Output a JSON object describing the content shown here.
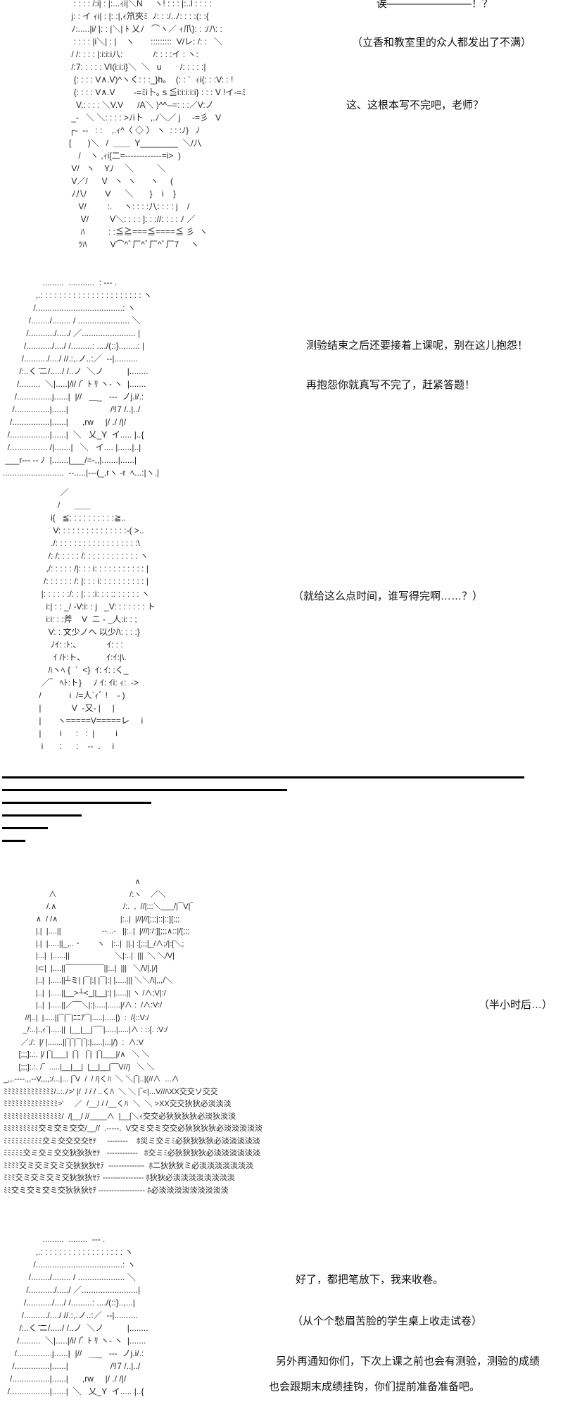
{
  "dialogue": {
    "line1": "诶————————！？",
    "line2": "（立香和教室里的众人都发出了不满）",
    "line3": "这、这根本写不完吧，老师？",
    "line4": "测验结束之后还要接着上课呢，别在这儿抱怨！",
    "line5": "再抱怨你就真写不完了，赶紧答题！",
    "line6": "（就给这么点时间，谁写得完啊……？）",
    "line7": "（半小时后…）",
    "line8": "好了，都把笔放下，我来收卷。",
    "line9": "（从个个愁眉苦脸的学生桌上收走试卷）",
    "line10": "另外再通知你们，下次上课之前也会有测验，测验的成绩",
    "line11": "也会跟期末成绩挂钩，你们提前准备准备吧。"
  },
  "art": {
    "figure1": "  : : : : /:i| : |:...ｨi|＼N     ヽ! : : : |:..l : : : :\n j: : イ ｨi| : |: :|,ｨ笊夾ﾐ  ﾉ: : :/..ﾉ: : : :(: :{\n ﾉ:.....|i/ |: : |＼| ﾄ 乂ﾉ   ⌒ヽ／ ｨ爪}: : :/ﾉ\\: :\n  : : : : |i＼| : |    ヽ       :::::::::  V/レ: /: :   ＼\n / /: : : : |:i:i:i八:             /: : : :イ : ヽ:\n /:7: : : : : VI(i:i:i}＼  ＼   u        /: : : : :|\n  {: : : : V∧.V)^ヽく: : :_}h。  (: : `  ｨi{: : :V: : !\n  {: : : : V∧.V        ‐=ﾐi卜｡ｓ≦i:i:i:i:i} : : : V !イ‐=ﾐ\n   V,: : : : ＼V.V      /A＼ )^^‐‐=: : :／V:ノ\n _-   ＼ ＼: : : : >ﾉi卜   ,.ﾉ＼／ j     ‐=彡   V\n┌‐  ‐‐   : :    ,.ｨ^〈 ◇ 〉 ヽ  : : :ﾉ}   ﾉ\n[       )＼   /  ＿＿  Y________  ＼/八\n    /    ヽ ,ｨi[二=‐-----------‐=i>  )\n V/   ヽ    Y,/     ＼          ＼\n V／/      V   ヽ  ヽ      ヽ     (    \n ﾉ八/        V      ＼       }    i    }\n    V/         :.     ヽ: : : :八: : : : j    /\n     V/         V＼: : : : ]: : ://: : : : ﾉ ／\n     ﾊ          : :≦≧===≦====≦ 彡  ヽ\n    ﾂﾊ          V⌒^ﾞ厂^ﾞ厂^ﾞ厂7     ヽ",
    "figure2": "                 .........  ...........  : ‐‐‐ .\n              ,.: : : : : : : : : : : : : : : : : : : : : : ヽ\n             /.....................................: ヽ\n           /......../........ / ...................... ＼\n          /.........../...../ ／....................... |\n         /.........../..../ /.........: ..../(::}..,.....: |\n        /........../..../ //.:,.ノ..:／  ‐‐|..........\n       /:..く ̄ニ/...../ /..ノ  ＼ノ          |........\n      /.........  ＼|.....|/i/ /ﾞ ﾄ ﾘ ヽ‐ ヽ  |.......\n     /...............j......|  |//   ＿_   ‐‐‐  ノj.i/.:\n    /...............|......|                  /ﾘ7 /..|../\n   /................|......|      ,rw     |/ ./ /|/\n  /.................|......|  ＼   乂_Y  イ..... |..{\n  /................ /|.......|   ＼   イ.... |......|..|\n ___r‐‐‐ ‐‐ ﾉ  |.......|___/=‐,,|.......|......|\n..........................  ‐‐.....|‐‐‐(_,rヽ ‐r  ﾍ...:|ヽ.|",
    "figure3": "          ／\n         /      ＿＿\n      i{   ≦: : : : : : : : : :≧..\n       V: : : : : : : : : : : : : : :‐( >..\n      ./: : : : : : : : : : : : : : : : : :\\\n     /: /: : : : : /: : : : : : : : : : : : ヽ\n    ,/: : : : : /|: : : i: : : : : : : : : : : |\n   /: : : : : : /: |: : : i: : : : : : : : : : |\n  |: : : : : :/: : |: : :i: : : :: : : : : : ヽ\n    i:| : : _/ ‐V:i: : j   _V: : : : : : : ト\n    i:i: : :斧    V  ニ ‐ _人:i: : ;\n     V: : 文少ノへ 以少/\\: : : :}\n      ﾉｲ: :ﾄ:、           ｲ: : :\n       ｲ /ﾄ:ト、         ｲ:ｲ:|\\.\n     ﾊヽﾍ {  `  <}  ｲ: ｲ: :く_\n  ／‾   ﾍﾄ:ト}     ﾉ ｲ: ｲi: ｨ:  ‐>\n /            i  /=人`ｨﾞ !    ‐ )\n |             V  ‐又‐ |     |\n |       ヽ=====V=====レ     i\n |        i      :   :  |         i\n  i       :      :    ‐‐  .     i",
    "castle": "                                                              ∧\n                      ∧                                  /:ヽ    ／＼\n                     /.∧                               /:.  ,  //|:::＼___/|‾‾V|‾\n                ∧  / /∧                             |:..|  |//|//[;;;|::|::][;;;\n                |.|  |....||                   ‐‐...‐   ||:..|  |///|:/:][;;;∧::|/[;;;\n                |.|  |.....||_,.. ･        ヽ   |:..|  ||.| :[;;;[_/∧;/|:[＼;\n                |...|  |......||                     ＼|:..|  |||  ＼ ＼/V|\n                |⊂|  |....||‾‾‾‾‾‾‾‾‾‾‾‾‾‾‾||:..|  |||   ＼/\\/|,|/|\n                |..|  |.....||┴ミ| |‾‾|:| |‾‾|:| |.....||| ＼＼/\\|,,,/＼\n                |..|  |.....||__>┴<_||__|:| |.....|| ヽ /∧;V|:/\n                |..|  |.....||／‾‾‾＼|:|.....|......|/∧ :  /∧:V:/\n           //|..|  |.....||‾‾|‾‾|ﾆﾆｱ‾‾|.....|.....|)  :  /{::V:/\n          _/:..|.,ｨ‾|.....||  |__|__|‾‾‾‾|.....|.....|∧ : ::{. :V:/\n         ／;/:  |/ |.......||‾|‾|‾‾|‾|:|.....|...|/)  :  ∧:V\n        [;;;]:.:. |/ |‾|___|  |‾|   |‾|  |‾|___|/∧   ＼ ＼\n        [;;;]:.:. /‾  .....|__|__|  |__|__|‾‾‾V//)   ＼ ＼\n _,,.‐‐‐‐.,,‐‐V,,,,:/...|... |‾V  /  / /|くﾊ  ＼ ＼|‾|..|(//∧  ...∧\n ﾐﾐﾐﾐﾐﾐﾐﾐﾐﾐﾐﾐﾐ/..:.ﾉ>' |/  / / / ..くﾊ  ＼ ＼ |‾<|...V//ﾊXX交交ソ交交\n ﾐﾐﾐﾐﾐﾐﾐﾐﾐﾐﾐﾐﾐﾐ>'     ／  /__/ / /__くﾊ  ＼  ＼ >XX交交狄狄必淡淡淡\n ﾐﾐﾐﾐﾐﾐﾐﾐﾐﾐﾐﾐﾐﾐﾐ/  /|__/ //____∧  |__|＼ｨ交交必狄狄狄狄必淡狄淡淡\n ﾐﾐﾐﾐﾐﾐﾐﾐﾐ交ミ交ミ交交/__//  .‐‐‐‐‐.  V交ミ交ミ交交必狄狄狄狄必淡淡淡淡淡\n ﾐﾐﾐﾐﾐﾐﾐﾐﾐﾐ交ミ交交交交ｾﾃ     ‐‐‐‐‐‐‐‐    ﾎ災ミ交ミﾐ必狄狄狄狄必淡淡淡淡淡\n ﾐﾐﾐﾐﾐ交ミ交ミ交交狄狄狄ｾﾃ   ‐‐‐‐‐‐‐‐‐‐‐‐   ﾎ交ミﾐ必狄狄狄狄必淡淡淡淡淡淡\n ﾐﾐﾐﾐ交ミ交ミ交ミ交狄狄狄ｾﾃ  ‐‐‐‐‐‐‐‐‐‐‐‐‐‐  ﾎ二狄狄狄ミ必淡淡淡淡淡淡淡\n ﾐﾐﾐ交ミ交ミ交ミ交狄狄狄ｾﾃ ‐‐‐‐‐‐‐‐‐‐‐‐‐‐‐‐ ﾎ狄狄必淡淡淡淡淡淡淡淡\n ﾐﾐ交ミ交ミ交ミ交狄狄狄ｾﾃ ‐‐‐‐‐‐‐‐‐‐‐‐‐‐‐‐‐‐ ﾎ必淡淡淡淡淡淡淡淡淡",
    "figure5": "                 .........  ........  ‐‐‐ .\n              ,.: : : : : : : : : : : : : : : : : : ヽ\n             /.....................................: ヽ\n           /......../........ / .................... ＼\n          /.........../...../ ／........................|\n         /.........../..../ /.........: ..../(::}..,...|\n        /........../..../ //.:,.ノ..:／  ‐‐|..........\n       /:..く ̄ニ/...../ /..ノ  ＼ノ          |........\n      /.........  ＼|.....|/i/ /ﾞ ﾄ ﾘ ヽ‐ ヽ  |.......\n     /...............j......|  |//   ＿_   ‐‐‐  ノj.i/.:\n    /...............|......|                  /ﾘ7 /..|../\n   /................|......|      ,rw     |/ ./ /|/\n  /.................|......|  ＼   乂_Y  イ..... |..{"
  },
  "separator": {
    "lines": 6
  }
}
